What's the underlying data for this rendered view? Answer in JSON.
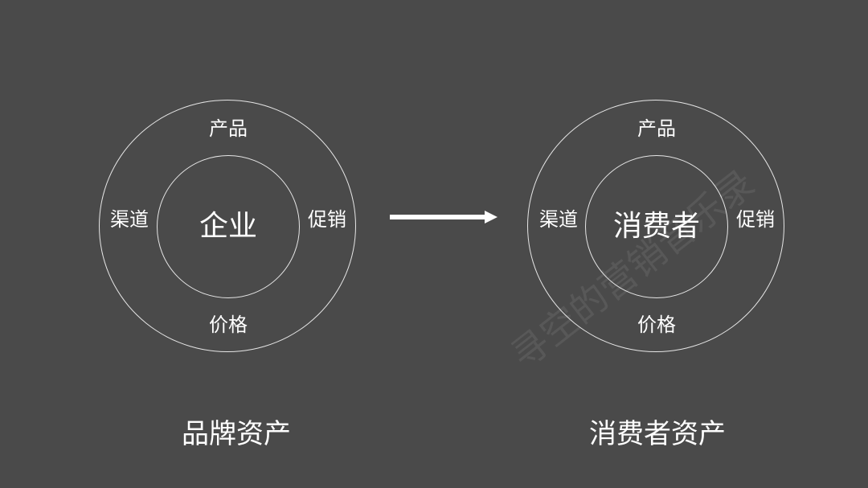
{
  "left_diagram": {
    "center": "企业",
    "top": "产品",
    "left": "渠道",
    "right": "促销",
    "bottom": "价格",
    "caption": "品牌资产"
  },
  "right_diagram": {
    "center": "消费者",
    "top": "产品",
    "left": "渠道",
    "right": "促销",
    "bottom": "价格",
    "caption": "消费者资产"
  },
  "watermark": "寻空的营销音乐录",
  "colors": {
    "background": "#4a4a4a",
    "stroke": "#e6e6e6",
    "text": "#ffffff"
  }
}
